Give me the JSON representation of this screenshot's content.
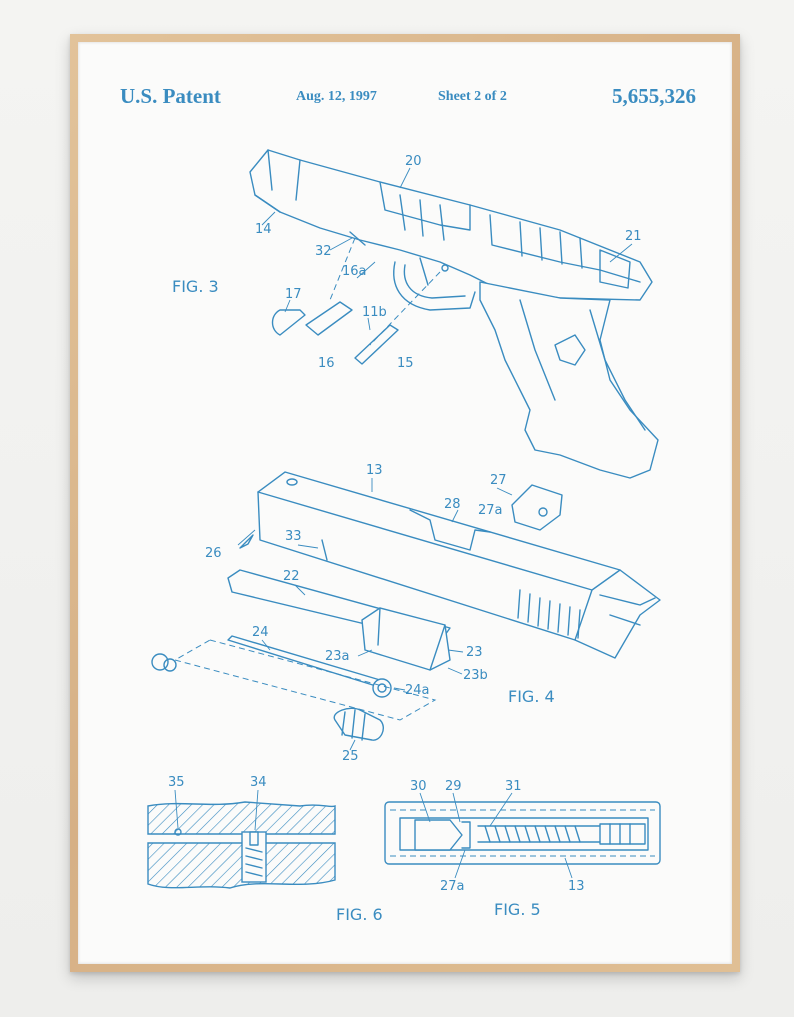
{
  "header": {
    "left": "U.S. Patent",
    "date": "Aug. 12, 1997",
    "sheet": "Sheet 2 of 2",
    "number": "5,655,326"
  },
  "figures": {
    "fig3": "FIG. 3",
    "fig4": "FIG. 4",
    "fig5": "FIG. 5",
    "fig6": "FIG. 6"
  },
  "labels": {
    "l20": "20",
    "l14": "14",
    "l32": "32",
    "l21": "21",
    "l16a": "16a",
    "l17": "17",
    "l11b": "11b",
    "l16": "16",
    "l15": "15",
    "l13": "13",
    "l27": "27",
    "l28": "28",
    "l27a": "27a",
    "l26": "26",
    "l33": "33",
    "l22": "22",
    "l24": "24",
    "l23": "23",
    "l23a": "23a",
    "l23b": "23b",
    "l24a": "24a",
    "l25": "25",
    "l35": "35",
    "l34": "34",
    "l30": "30",
    "l29": "29",
    "l31": "31",
    "l27a_5": "27a",
    "l13_5": "13"
  },
  "colors": {
    "ink": "#3a8cc0",
    "frame": "#d9b68a",
    "paper": "#fbfbfa"
  }
}
